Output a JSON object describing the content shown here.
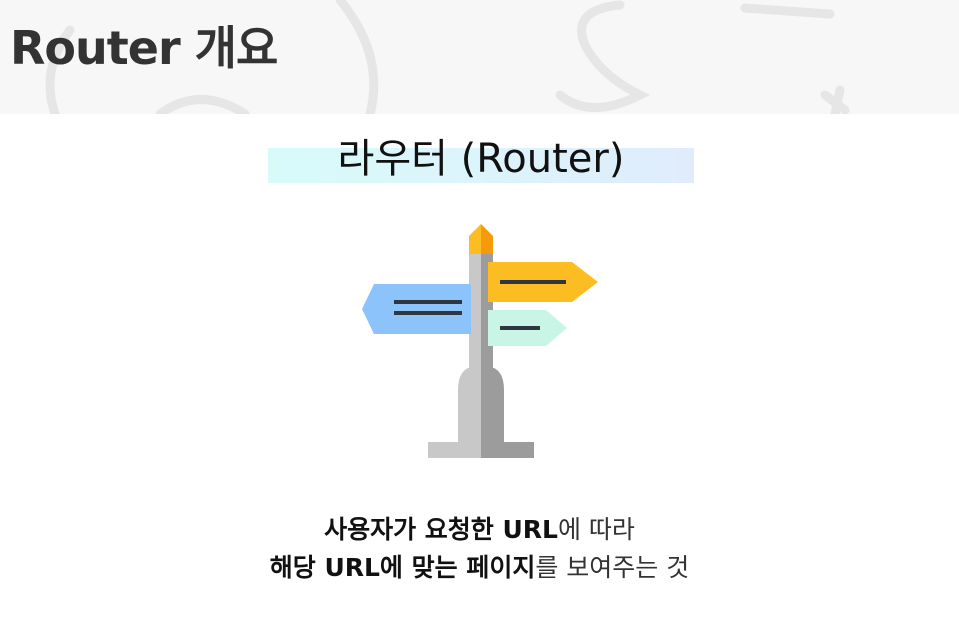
{
  "slide": {
    "title": "Router 개요",
    "heading": "라우터 (Router)",
    "description": {
      "line1_strong": "사용자가 요청한 URL",
      "line1_light": "에 따라",
      "line2_strong": "해당 URL에 맞는 페이지",
      "line2_light": "를 보여주는 것"
    }
  },
  "colors": {
    "title_text": "#333333",
    "highlight_start": "#d8fbfa",
    "highlight_end": "#e0ecfc",
    "sign_blue": "#8cc3fb",
    "sign_yellow": "#fbbd22",
    "sign_mint": "#c9f5e6",
    "post_light": "#c8c8c8",
    "post_dark": "#9c9c9c",
    "post_cap": "#f49a0b"
  },
  "icons": {
    "signpost": "signpost-icon"
  }
}
